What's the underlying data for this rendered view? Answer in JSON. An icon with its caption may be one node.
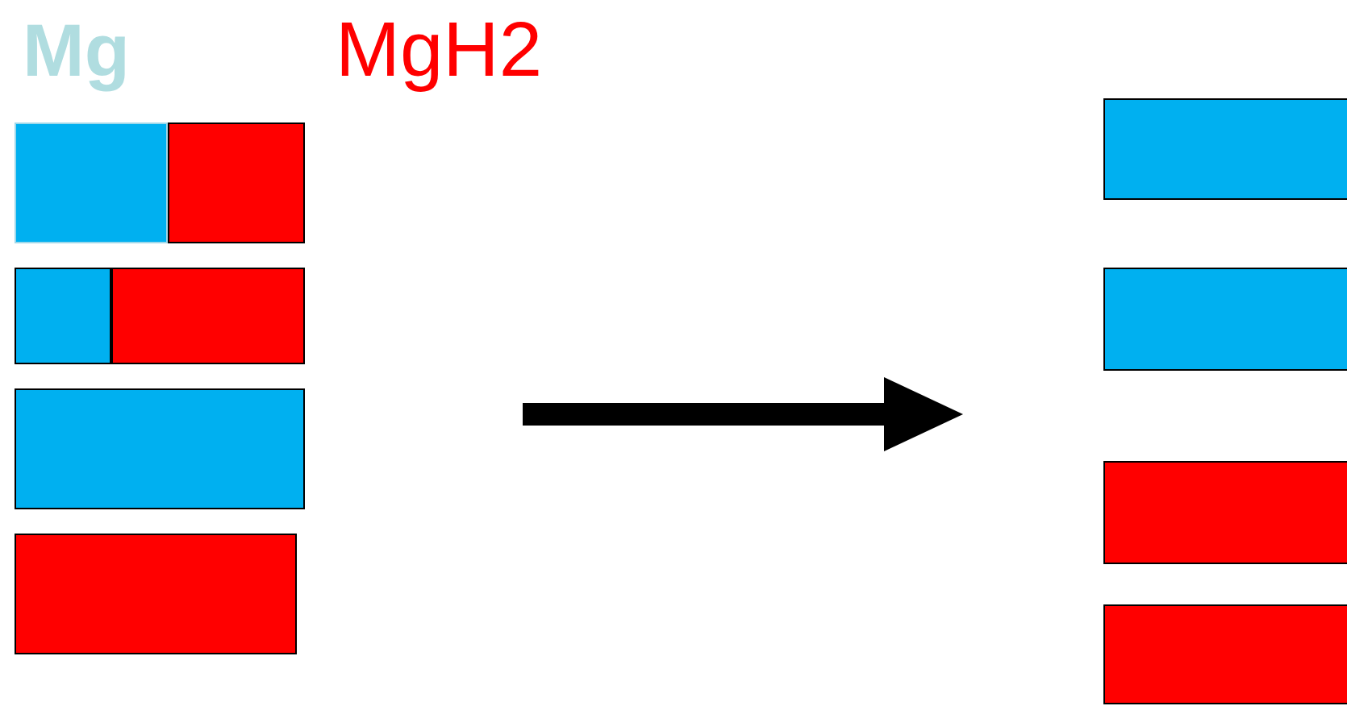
{
  "diagram": {
    "nodes": [
      {
        "text": [],
        "shape": "box"
      },
      {
        "text": [],
        "shape": "box"
      },
      {
        "text": [],
        "shape": "box"
      },
      {
        "text": [],
        "shape": "box"
      },
      {
        "text": [],
        "shape": "box"
      },
      {
        "text": [],
        "shape": "box"
      },
      {
        "text": [],
        "shape": "box"
      },
      {
        "text": [],
        "shape": "box"
      },
      {
        "text": [],
        "shape": "box"
      },
      {
        "text": [],
        "shape": "box"
      }
    ],
    "labels": [
      "Mg",
      "MgH2"
    ]
  }
}
